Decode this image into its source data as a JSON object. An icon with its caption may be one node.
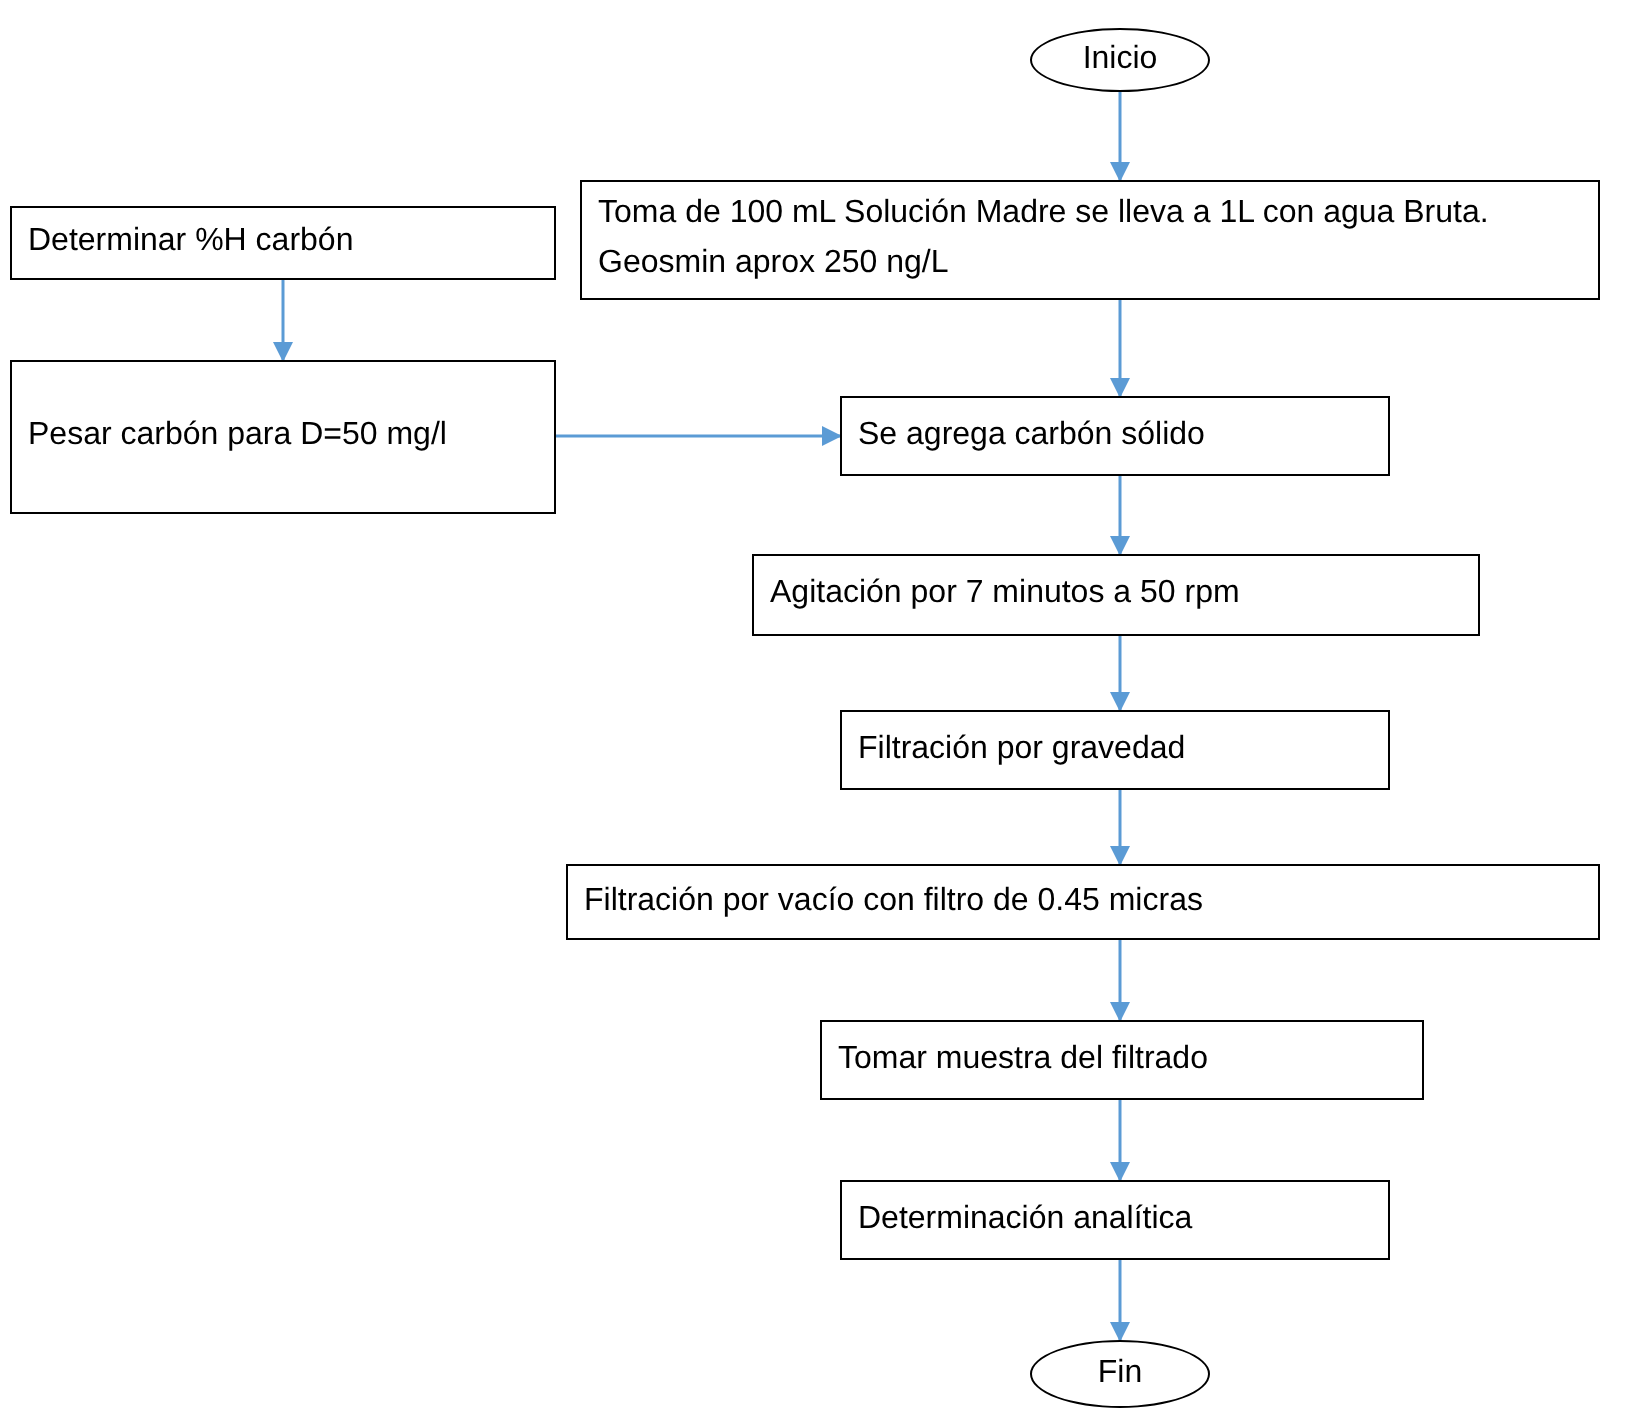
{
  "diagram": {
    "nodes": [
      {
        "text": [
          "Inicio"
        ]
      },
      {
        "text": [
          "Toma de 100 mL Solución Madre se lleva a 1L con agua Bruta. Geosmin aprox 250 ng/L"
        ]
      },
      {
        "text": [
          "Determinar %H carbón"
        ]
      },
      {
        "text": [
          "Pesar carbón para D=50 mg/l"
        ]
      },
      {
        "text": [
          "Se agrega carbón sólido"
        ]
      },
      {
        "text": [
          "Agitación por 7 minutos a 50 rpm"
        ]
      },
      {
        "text": [
          "Filtración por gravedad"
        ]
      },
      {
        "text": [
          "Filtración por vacío con filtro de 0.45 micras"
        ]
      },
      {
        "text": [
          "Tomar muestra del filtrado"
        ]
      },
      {
        "text": [
          "Determinación analítica"
        ]
      },
      {
        "text": [
          "Fin"
        ]
      }
    ],
    "edges": [
      {
        "from": 0,
        "to": 1,
        "arrow": "to"
      },
      {
        "from": 1,
        "to": 4,
        "arrow": "to"
      },
      {
        "from": 2,
        "to": 3,
        "arrow": "to"
      },
      {
        "from": 3,
        "to": 4,
        "arrow": "to"
      },
      {
        "from": 4,
        "to": 5,
        "arrow": "to"
      },
      {
        "from": 5,
        "to": 6,
        "arrow": "to"
      },
      {
        "from": 6,
        "to": 7,
        "arrow": "to"
      },
      {
        "from": 7,
        "to": 8,
        "arrow": "to"
      },
      {
        "from": 8,
        "to": 9,
        "arrow": "to"
      },
      {
        "from": 9,
        "to": 10,
        "arrow": "to"
      }
    ]
  }
}
